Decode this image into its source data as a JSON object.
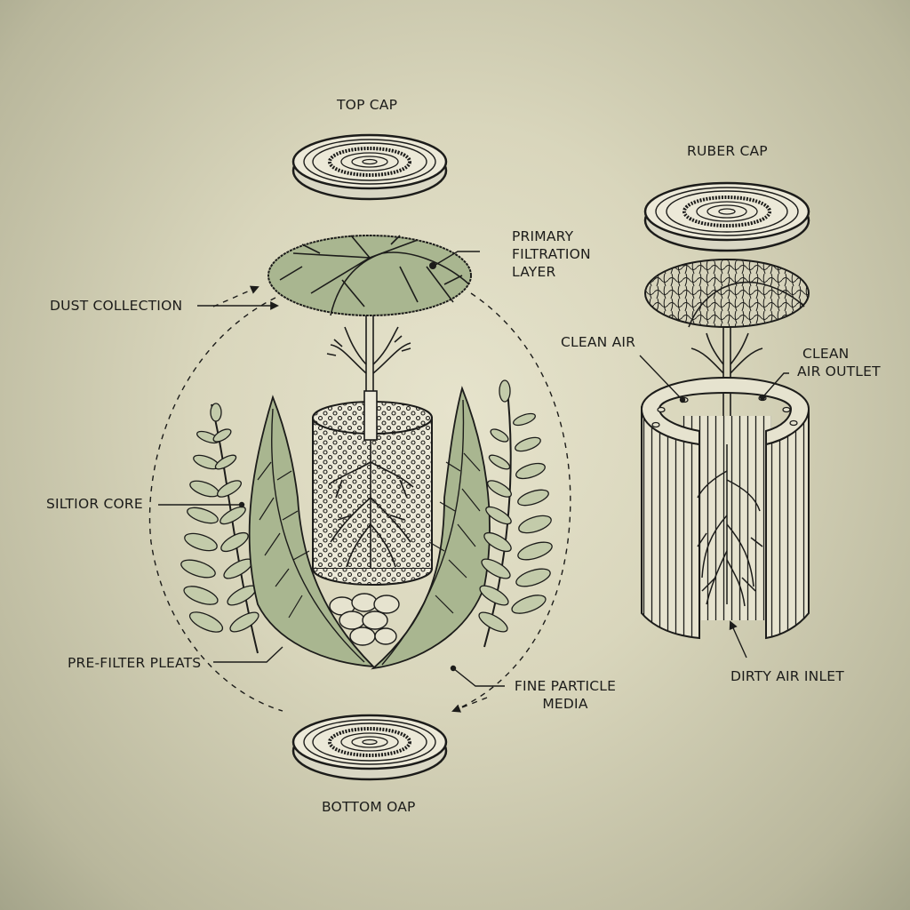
{
  "diagram": {
    "type": "exploded-view technical illustration",
    "theme": {
      "background": "#d9d6bc",
      "ink": "#1c1c1a",
      "leaf_fill": "#a9b690",
      "leaf_fill_light": "#c3cbaa",
      "cap_fill": "#e9e6d6"
    },
    "left_assembly": {
      "labels": {
        "top_cap": "TOP CAP",
        "primary_filtration_line1": "PRIMARY",
        "primary_filtration_line2": "FILTRATION",
        "primary_filtration_line3": "LAYER",
        "dust_collection": "DUST COLLECTION",
        "core": "SILTIOR CORE",
        "pre_filter": "PRE-FILTER PLEATS",
        "fine_media_line1": "FINE PARTICLE",
        "fine_media_line2": "MEDIA",
        "bottom_cap": "BOTTOM OAP"
      },
      "components": [
        "top-cap-disc",
        "leaf-filtration-layer",
        "perforated-core-cylinder",
        "fern-fronds",
        "serrated-leaves",
        "pebble-media",
        "bottom-cap-disc",
        "dashed-airflow-loop"
      ]
    },
    "right_assembly": {
      "labels": {
        "rubber_cap": "RUBER CAP",
        "clean_air": "CLEAN AIR",
        "clean_air_outlet_line1": "CLEAN",
        "clean_air_outlet_line2": "AIR OUTLET",
        "dirty_air_inlet": "DIRTY AIR INLET"
      },
      "components": [
        "rubber-cap-disc",
        "mesh-canopy-layer",
        "pleated-cylinder-cutaway",
        "root-system"
      ]
    }
  }
}
